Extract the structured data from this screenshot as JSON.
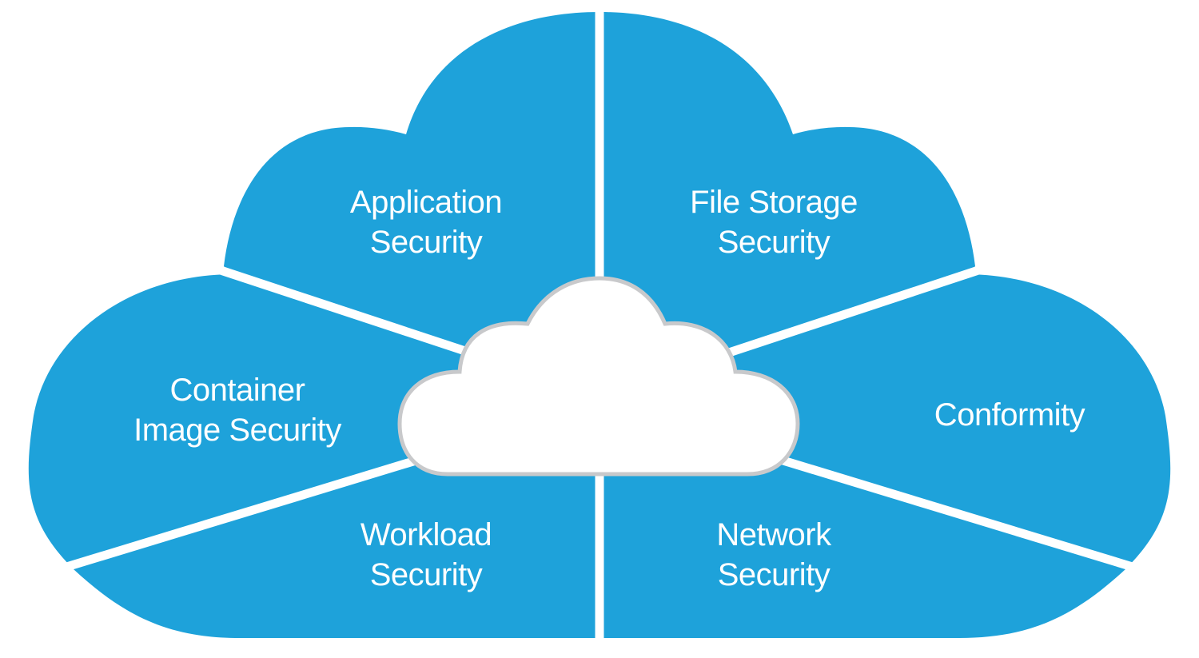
{
  "diagram": {
    "type": "cloud-segment-diagram",
    "colors": {
      "segment_fill": "#1ea2da",
      "divider": "#ffffff",
      "center_cloud_fill": "#ffffff",
      "center_cloud_stroke": "#c8c9cb",
      "label_text": "#ffffff"
    },
    "center": {
      "label": ""
    },
    "segments": [
      {
        "id": "application-security",
        "lines": [
          "Application",
          "Security"
        ]
      },
      {
        "id": "file-storage-security",
        "lines": [
          "File Storage",
          "Security"
        ]
      },
      {
        "id": "container-image-security",
        "lines": [
          "Container",
          "Image Security"
        ]
      },
      {
        "id": "conformity",
        "lines": [
          "Conformity"
        ]
      },
      {
        "id": "workload-security",
        "lines": [
          "Workload",
          "Security"
        ]
      },
      {
        "id": "network-security",
        "lines": [
          "Network",
          "Security"
        ]
      }
    ]
  }
}
